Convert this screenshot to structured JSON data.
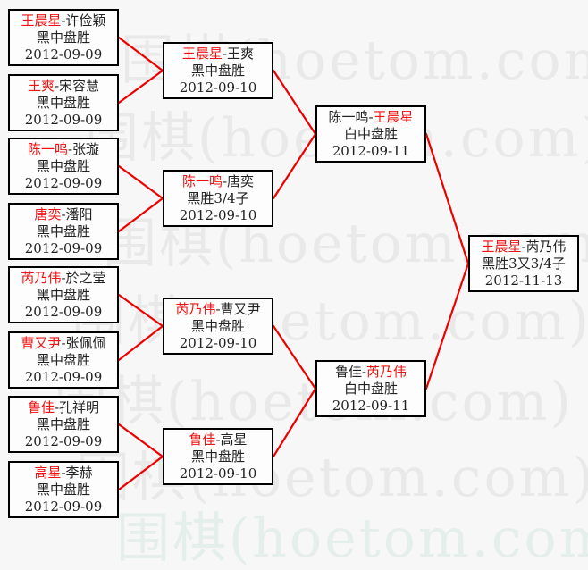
{
  "watermark": {
    "text": "围棋(hoetom.com)",
    "base_color": "#e9e9e9",
    "tint_color": "#e4eeeb"
  },
  "colors": {
    "line_red": "#ee0000",
    "winner_red": "#f21111",
    "text_black": "#222222",
    "border_black": "#000000",
    "page_bg": "#f8f7f7",
    "box_bg": "#fdfdfd"
  },
  "separator": "-",
  "bracket": {
    "round1": [
      {
        "p1": "王晨星",
        "p2": "许俭颖",
        "winner_side": 1,
        "result": "黑中盘胜",
        "date": "2012-09-09"
      },
      {
        "p1": "王爽",
        "p2": "宋容慧",
        "winner_side": 1,
        "result": "黑中盘胜",
        "date": "2012-09-09"
      },
      {
        "p1": "陈一鸣",
        "p2": "张璇",
        "winner_side": 1,
        "result": "黑中盘胜",
        "date": "2012-09-09"
      },
      {
        "p1": "唐奕",
        "p2": "潘阳",
        "winner_side": 1,
        "result": "黑中盘胜",
        "date": "2012-09-09"
      },
      {
        "p1": "芮乃伟",
        "p2": "於之莹",
        "winner_side": 1,
        "result": "黑中盘胜",
        "date": "2012-09-09"
      },
      {
        "p1": "曹又尹",
        "p2": "张佩佩",
        "winner_side": 1,
        "result": "黑中盘胜",
        "date": "2012-09-09"
      },
      {
        "p1": "鲁佳",
        "p2": "孔祥明",
        "winner_side": 1,
        "result": "黑中盘胜",
        "date": "2012-09-09"
      },
      {
        "p1": "高星",
        "p2": "李赫",
        "winner_side": 1,
        "result": "黑中盘胜",
        "date": "2012-09-09"
      }
    ],
    "round2": [
      {
        "p1": "王晨星",
        "p2": "王爽",
        "winner_side": 1,
        "result": "黑中盘胜",
        "date": "2012-09-10"
      },
      {
        "p1": "陈一鸣",
        "p2": "唐奕",
        "winner_side": 1,
        "result": "黑胜3/4子",
        "date": "2012-09-10"
      },
      {
        "p1": "芮乃伟",
        "p2": "曹又尹",
        "winner_side": 1,
        "result": "黑中盘胜",
        "date": "2012-09-10"
      },
      {
        "p1": "鲁佳",
        "p2": "高星",
        "winner_side": 1,
        "result": "黑中盘胜",
        "date": "2012-09-10"
      }
    ],
    "semifinals": [
      {
        "p1": "陈一鸣",
        "p2": "王晨星",
        "winner_side": 2,
        "result": "白中盘胜",
        "date": "2012-09-11"
      },
      {
        "p1": "鲁佳",
        "p2": "芮乃伟",
        "winner_side": 2,
        "result": "白中盘胜",
        "date": "2012-09-11"
      }
    ],
    "final": [
      {
        "p1": "王晨星",
        "p2": "芮乃伟",
        "winner_side": 1,
        "result": "黑胜3又3/4子",
        "date": "2012-11-13"
      }
    ]
  }
}
